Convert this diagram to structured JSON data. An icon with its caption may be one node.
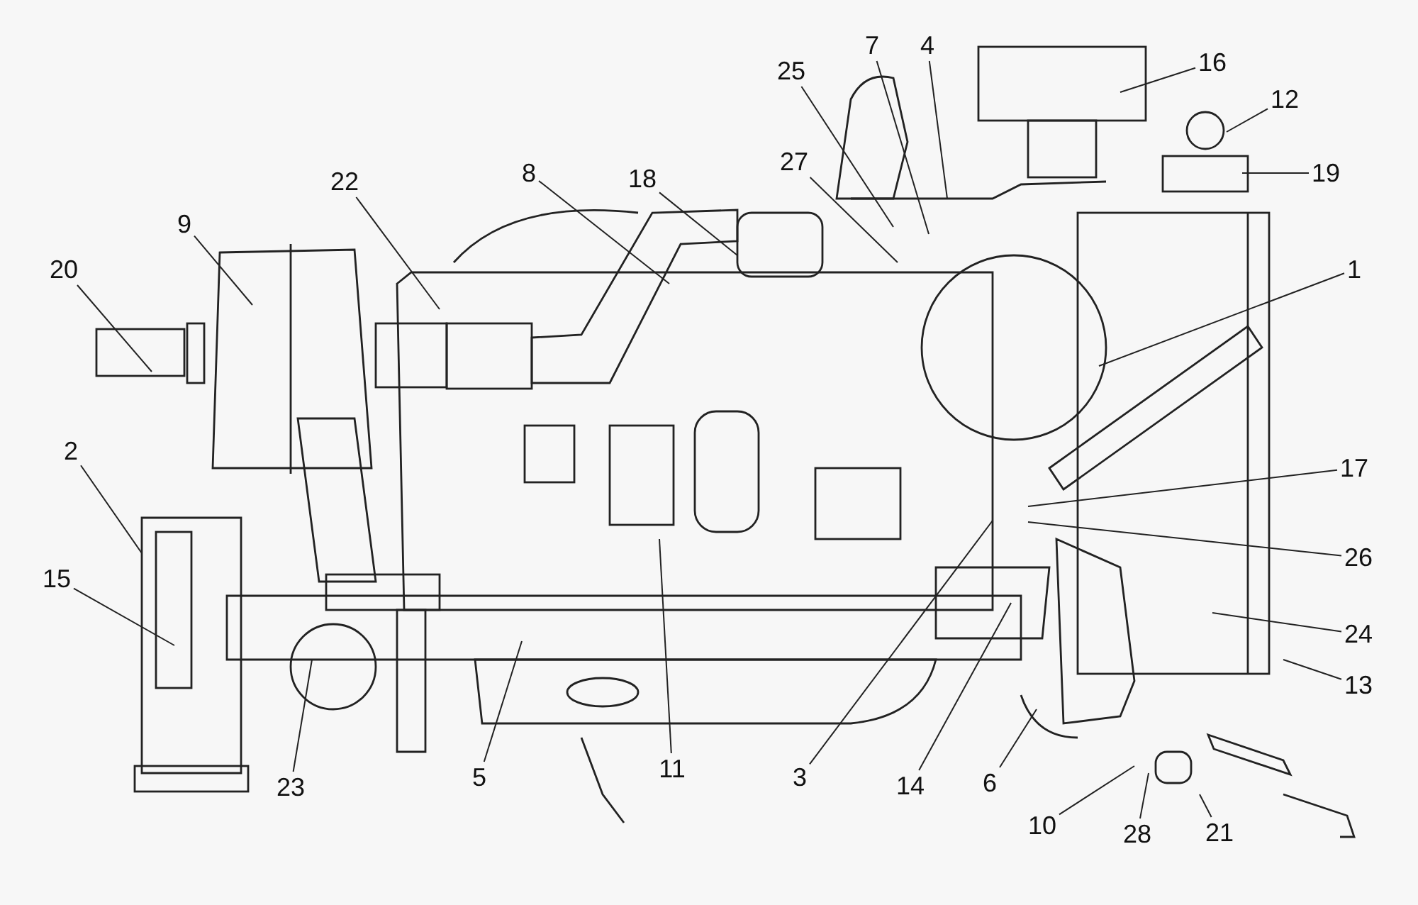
{
  "diagram": {
    "nodes": [
      {
        "text": [
          "7"
        ]
      },
      {
        "text": [
          "4"
        ]
      },
      {
        "text": [
          "16"
        ]
      },
      {
        "text": [
          "25"
        ]
      },
      {
        "text": [
          "12"
        ]
      },
      {
        "text": [
          "27"
        ]
      },
      {
        "text": [
          "8"
        ]
      },
      {
        "text": [
          "19"
        ]
      },
      {
        "text": [
          "18"
        ]
      },
      {
        "text": [
          "22"
        ]
      },
      {
        "text": [
          "9"
        ]
      },
      {
        "text": [
          "1"
        ]
      },
      {
        "text": [
          "20"
        ]
      },
      {
        "text": [
          "2"
        ]
      },
      {
        "text": [
          "17"
        ]
      },
      {
        "text": [
          "26"
        ]
      },
      {
        "text": [
          "15"
        ]
      },
      {
        "text": [
          "24"
        ]
      },
      {
        "text": [
          "13"
        ]
      },
      {
        "text": [
          "23"
        ]
      },
      {
        "text": [
          "5"
        ]
      },
      {
        "text": [
          "11"
        ]
      },
      {
        "text": [
          "3"
        ]
      },
      {
        "text": [
          "14"
        ]
      },
      {
        "text": [
          "6"
        ]
      },
      {
        "text": [
          "10"
        ]
      },
      {
        "text": [
          "28"
        ]
      },
      {
        "text": [
          "21"
        ]
      }
    ],
    "edges": [
      {
        "from": 0,
        "to": null,
        "arrow": "none"
      },
      {
        "from": 1,
        "to": null,
        "arrow": "none"
      },
      {
        "from": 2,
        "to": null,
        "arrow": "none"
      },
      {
        "from": 3,
        "to": null,
        "arrow": "none"
      },
      {
        "from": 4,
        "to": null,
        "arrow": "none"
      },
      {
        "from": 5,
        "to": null,
        "arrow": "none"
      },
      {
        "from": 6,
        "to": null,
        "arrow": "none"
      },
      {
        "from": 7,
        "to": null,
        "arrow": "none"
      },
      {
        "from": 8,
        "to": null,
        "arrow": "none"
      },
      {
        "from": 9,
        "to": null,
        "arrow": "none"
      },
      {
        "from": 10,
        "to": null,
        "arrow": "none"
      },
      {
        "from": 11,
        "to": null,
        "arrow": "none"
      },
      {
        "from": 12,
        "to": null,
        "arrow": "none"
      },
      {
        "from": 13,
        "to": null,
        "arrow": "none"
      },
      {
        "from": 14,
        "to": null,
        "arrow": "none"
      },
      {
        "from": 15,
        "to": null,
        "arrow": "none"
      },
      {
        "from": 16,
        "to": null,
        "arrow": "none"
      },
      {
        "from": 17,
        "to": null,
        "arrow": "none"
      },
      {
        "from": 18,
        "to": null,
        "arrow": "none"
      },
      {
        "from": 19,
        "to": null,
        "arrow": "none"
      },
      {
        "from": 20,
        "to": null,
        "arrow": "none"
      },
      {
        "from": 21,
        "to": null,
        "arrow": "none"
      },
      {
        "from": 22,
        "to": null,
        "arrow": "none"
      },
      {
        "from": 23,
        "to": null,
        "arrow": "none"
      },
      {
        "from": 24,
        "to": null,
        "arrow": "none"
      },
      {
        "from": 25,
        "to": null,
        "arrow": "none"
      },
      {
        "from": 26,
        "to": null,
        "arrow": "none"
      },
      {
        "from": 27,
        "to": null,
        "arrow": "none"
      }
    ]
  }
}
